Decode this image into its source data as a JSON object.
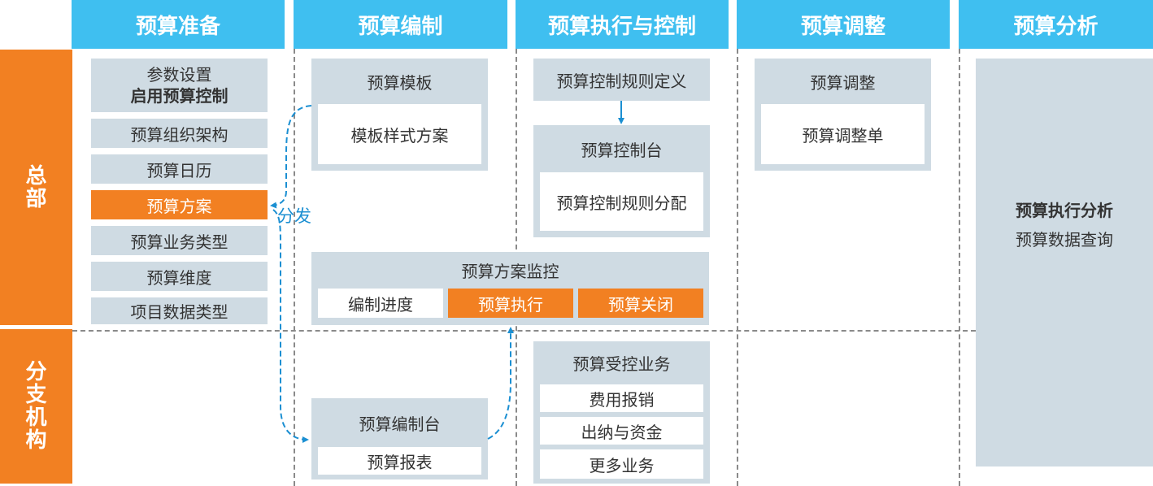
{
  "columns": [
    {
      "label": "预算准备"
    },
    {
      "label": "预算编制"
    },
    {
      "label": "预算执行与控制"
    },
    {
      "label": "预算调整"
    },
    {
      "label": "预算分析"
    }
  ],
  "rows": {
    "headquarters": "总部",
    "branch": "分支机构"
  },
  "prep": {
    "param_title": "参数设置",
    "param_sub": "启用预算控制",
    "items": [
      "预算组织架构",
      "预算日历",
      "预算方案",
      "预算业务类型",
      "预算维度",
      "项目数据类型"
    ]
  },
  "compile": {
    "template_title": "预算模板",
    "template_item": "模板样式方案",
    "distribute_label": "分发",
    "monitor_title": "预算方案监控",
    "monitor_items": [
      "编制进度",
      "预算执行",
      "预算关闭"
    ],
    "desk_title": "预算编制台",
    "desk_item": "预算报表"
  },
  "exec": {
    "rule_def": "预算控制规则定义",
    "console_title": "预算控制台",
    "console_item": "预算控制规则分配",
    "controlled_title": "预算受控业务",
    "controlled_items": [
      "费用报销",
      "出纳与资金",
      "更多业务"
    ]
  },
  "adjust": {
    "title": "预算调整",
    "item": "预算调整单"
  },
  "analysis": {
    "items": [
      "预算执行分析",
      "预算数据查询"
    ]
  },
  "colors": {
    "header_blue": "#3fbff0",
    "accent_orange": "#f28022",
    "panel_gray": "#cfdbe3",
    "arrow_blue": "#1b8fd2"
  }
}
